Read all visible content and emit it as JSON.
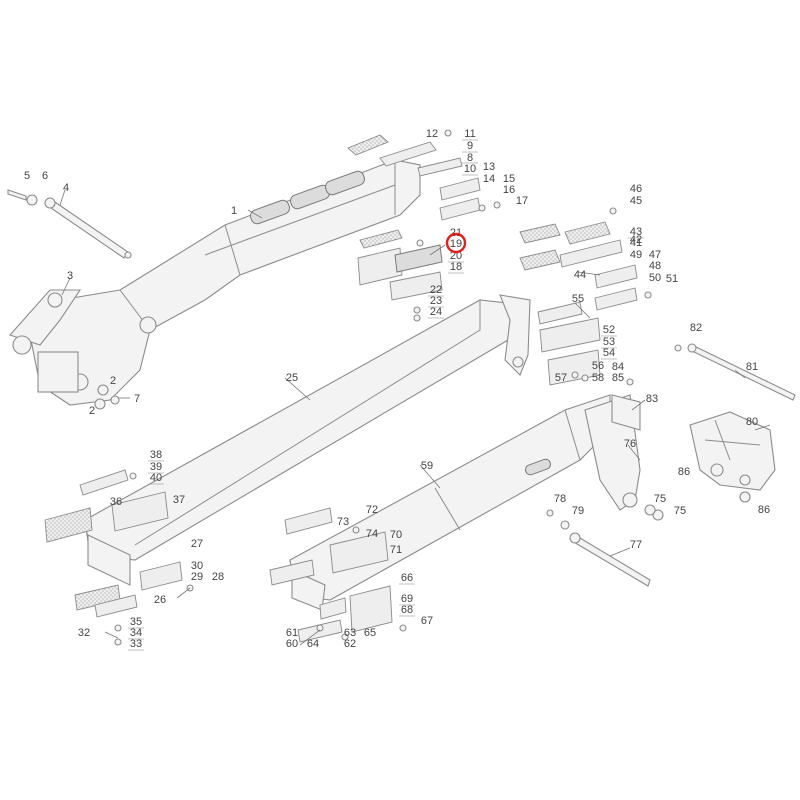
{
  "diagram": {
    "highlight_color": "#e0201a",
    "line_color": "#8c8c8c",
    "highlighted_callout": "19",
    "callouts": [
      {
        "id": "1",
        "label": "1"
      },
      {
        "id": "2a",
        "label": "2"
      },
      {
        "id": "2b",
        "label": "2"
      },
      {
        "id": "3",
        "label": "3"
      },
      {
        "id": "4",
        "label": "4"
      },
      {
        "id": "5",
        "label": "5"
      },
      {
        "id": "6",
        "label": "6"
      },
      {
        "id": "7",
        "label": "7"
      },
      {
        "id": "8",
        "label": "8"
      },
      {
        "id": "9",
        "label": "9"
      },
      {
        "id": "10",
        "label": "10"
      },
      {
        "id": "11",
        "label": "11"
      },
      {
        "id": "12",
        "label": "12"
      },
      {
        "id": "13",
        "label": "13"
      },
      {
        "id": "14",
        "label": "14"
      },
      {
        "id": "15",
        "label": "15"
      },
      {
        "id": "16",
        "label": "16"
      },
      {
        "id": "17",
        "label": "17"
      },
      {
        "id": "18",
        "label": "18"
      },
      {
        "id": "19",
        "label": "19"
      },
      {
        "id": "20",
        "label": "20"
      },
      {
        "id": "21",
        "label": "21"
      },
      {
        "id": "22",
        "label": "22"
      },
      {
        "id": "23",
        "label": "23"
      },
      {
        "id": "24",
        "label": "24"
      },
      {
        "id": "25",
        "label": "25"
      },
      {
        "id": "26",
        "label": "26"
      },
      {
        "id": "27",
        "label": "27"
      },
      {
        "id": "28",
        "label": "28"
      },
      {
        "id": "29",
        "label": "29"
      },
      {
        "id": "30",
        "label": "30"
      },
      {
        "id": "32",
        "label": "32"
      },
      {
        "id": "33",
        "label": "33"
      },
      {
        "id": "34",
        "label": "34"
      },
      {
        "id": "35",
        "label": "35"
      },
      {
        "id": "36",
        "label": "36"
      },
      {
        "id": "37",
        "label": "37"
      },
      {
        "id": "38",
        "label": "38"
      },
      {
        "id": "39",
        "label": "39"
      },
      {
        "id": "40",
        "label": "40"
      },
      {
        "id": "41",
        "label": "41"
      },
      {
        "id": "42",
        "label": "42"
      },
      {
        "id": "43",
        "label": "43"
      },
      {
        "id": "44",
        "label": "44"
      },
      {
        "id": "45",
        "label": "45"
      },
      {
        "id": "46",
        "label": "46"
      },
      {
        "id": "47",
        "label": "47"
      },
      {
        "id": "48",
        "label": "48"
      },
      {
        "id": "49",
        "label": "49"
      },
      {
        "id": "50",
        "label": "50"
      },
      {
        "id": "51",
        "label": "51"
      },
      {
        "id": "52",
        "label": "52"
      },
      {
        "id": "53",
        "label": "53"
      },
      {
        "id": "54",
        "label": "54"
      },
      {
        "id": "55",
        "label": "55"
      },
      {
        "id": "56",
        "label": "56"
      },
      {
        "id": "57",
        "label": "57"
      },
      {
        "id": "58",
        "label": "58"
      },
      {
        "id": "59",
        "label": "59"
      },
      {
        "id": "60",
        "label": "60"
      },
      {
        "id": "61",
        "label": "61"
      },
      {
        "id": "62",
        "label": "62"
      },
      {
        "id": "63",
        "label": "63"
      },
      {
        "id": "64",
        "label": "64"
      },
      {
        "id": "65",
        "label": "65"
      },
      {
        "id": "66",
        "label": "66"
      },
      {
        "id": "67",
        "label": "67"
      },
      {
        "id": "68",
        "label": "68"
      },
      {
        "id": "69",
        "label": "69"
      },
      {
        "id": "70",
        "label": "70"
      },
      {
        "id": "71",
        "label": "71"
      },
      {
        "id": "72",
        "label": "72"
      },
      {
        "id": "73",
        "label": "73"
      },
      {
        "id": "74",
        "label": "74"
      },
      {
        "id": "75a",
        "label": "75"
      },
      {
        "id": "75b",
        "label": "75"
      },
      {
        "id": "76",
        "label": "76"
      },
      {
        "id": "77",
        "label": "77"
      },
      {
        "id": "78",
        "label": "78"
      },
      {
        "id": "79",
        "label": "79"
      },
      {
        "id": "80",
        "label": "80"
      },
      {
        "id": "81",
        "label": "81"
      },
      {
        "id": "82",
        "label": "82"
      },
      {
        "id": "83",
        "label": "83"
      },
      {
        "id": "84",
        "label": "84"
      },
      {
        "id": "85",
        "label": "85"
      },
      {
        "id": "86a",
        "label": "86"
      },
      {
        "id": "86b",
        "label": "86"
      }
    ]
  }
}
